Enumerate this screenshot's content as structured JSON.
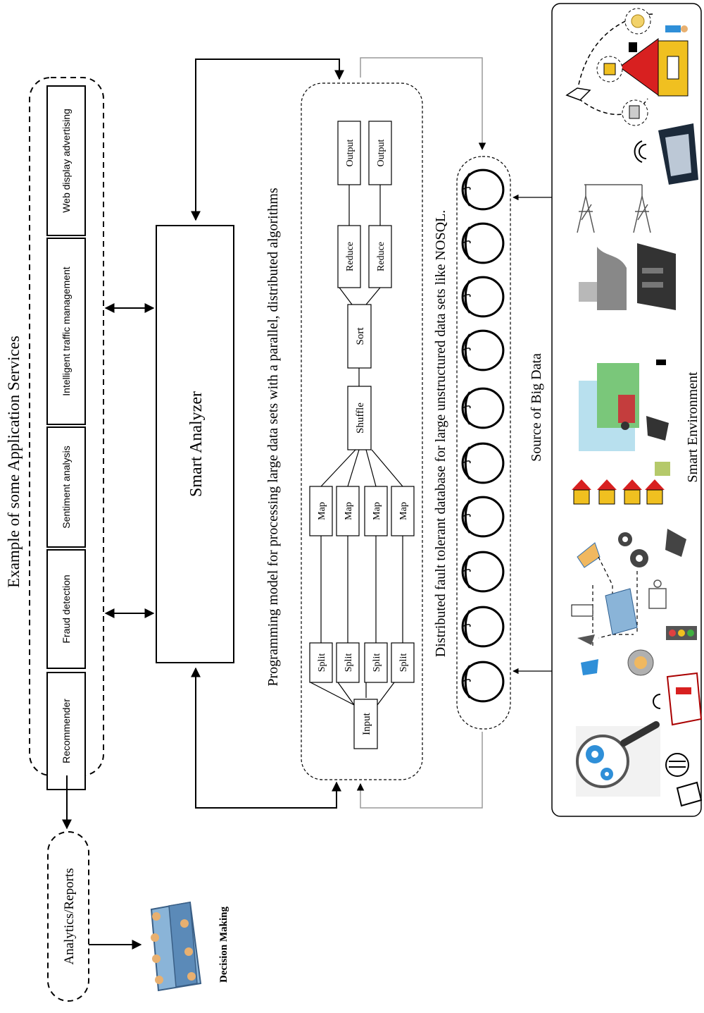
{
  "app_services": {
    "title": "Example of some Application Services",
    "items": [
      "Recommender",
      "Fraud detection",
      "Sentiment analysis",
      "Intelligent traffic management",
      "Web display advertising"
    ]
  },
  "analytics": {
    "label": "Analytics/Reports"
  },
  "decision": {
    "label": "Decision Making"
  },
  "analyzer": {
    "label": "Smart Analyzer"
  },
  "programming_model": {
    "caption": "Programming model for processing large data sets with a parallel, distributed algorithms",
    "input": "Input",
    "split": [
      "Split",
      "Split",
      "Split",
      "Split"
    ],
    "map": [
      "Map",
      "Map",
      "Map",
      "Map"
    ],
    "shuffle": "Shuffle",
    "sort": "Sort",
    "reduce": [
      "Reduce",
      "Reduce"
    ],
    "output": [
      "Output",
      "Output"
    ]
  },
  "database": {
    "caption": "Distributed fault tolerant database for large unstructured  data sets like NOSQL."
  },
  "source": {
    "label": "Source of Big Data"
  },
  "environment": {
    "label": "Smart Environment",
    "icon_names": [
      "gear-search-icon",
      "robot-icon",
      "cube-icon",
      "smart-city-network-icon",
      "traffic-light-icon",
      "ambulance-icon",
      "cctv-icon",
      "gears-icon",
      "smart-farm-icon",
      "houses-icon",
      "factory-icon",
      "power-tower-icon",
      "police-car-icon",
      "smart-home-icon",
      "bulb-icon",
      "person-icon",
      "lock-icon"
    ]
  },
  "colors": {
    "line": "#000000",
    "gray_line": "#9a9a9a",
    "accent_blue": "#2f8fd8",
    "house_red": "#d82020",
    "house_yellow": "#f0c020"
  }
}
